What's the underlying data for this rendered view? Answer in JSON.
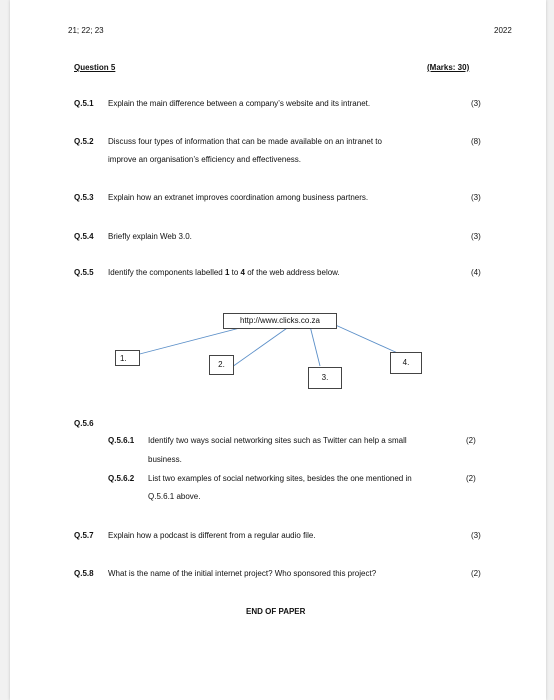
{
  "header": {
    "left": "21; 22; 23",
    "right": "2022"
  },
  "question": {
    "title": "Question 5",
    "marks": "(Marks: 30)"
  },
  "items": [
    {
      "num": "Q.5.1",
      "text": "Explain the main difference between a company’s website and its intranet.",
      "marks": "(3)"
    },
    {
      "num": "Q.5.2",
      "text": "Discuss four types of information that can be made available on an intranet to",
      "text2": "improve an organisation’s efficiency and effectiveness.",
      "marks": "(8)"
    },
    {
      "num": "Q.5.3",
      "text": "Explain how an extranet improves coordination among business partners.",
      "marks": "(3)"
    },
    {
      "num": "Q.5.4",
      "text": "Briefly explain Web 3.0.",
      "marks": "(3)"
    },
    {
      "num": "Q.5.5",
      "text_before": "Identify the components labelled ",
      "bold1": "1",
      "text_mid": " to ",
      "bold2": "4",
      "text_after": " of the web address below.",
      "marks": "(4)"
    }
  ],
  "diagram": {
    "url": "http://www.clicks.co.za",
    "labels": [
      "1.",
      "2.",
      "3.",
      "4."
    ]
  },
  "q56": {
    "num": "Q.5.6",
    "sub": [
      {
        "num": "Q.5.6.1",
        "text": "Identify two ways social networking sites such as Twitter can help a small",
        "text2": "business.",
        "marks": "(2)"
      },
      {
        "num": "Q.5.6.2",
        "text": "List two examples of social networking sites, besides the one mentioned in",
        "text2": "Q.5.6.1 above.",
        "marks": "(2)"
      }
    ]
  },
  "items2": [
    {
      "num": "Q.5.7",
      "text": "Explain how a podcast is different from a regular audio file.",
      "marks": "(3)"
    },
    {
      "num": "Q.5.8",
      "text": "What is the name of the initial internet project? Who sponsored this project?",
      "marks": "(2)"
    }
  ],
  "footer": "END OF PAPER"
}
